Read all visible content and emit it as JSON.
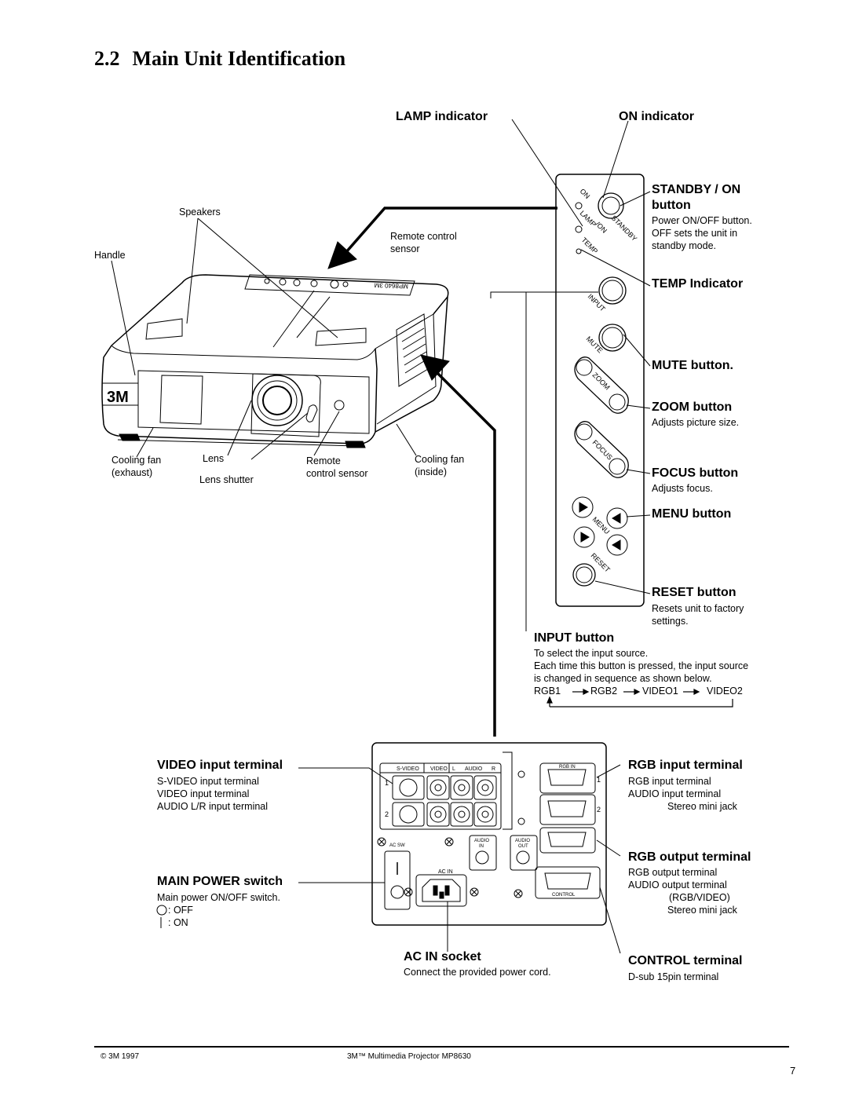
{
  "page": {
    "section_number": "2.2",
    "section_title": "Main Unit Identification",
    "page_number": "7",
    "copyright": "© 3M 1997",
    "product": "3M™ Multimedia Projector MP8630"
  },
  "projector_labels": {
    "speakers": "Speakers",
    "handle": "Handle",
    "remote_sensor_top": [
      "Remote control",
      "sensor"
    ],
    "cooling_fan_exhaust": [
      "Cooling fan",
      "(exhaust)"
    ],
    "lens": "Lens",
    "lens_shutter": "Lens shutter",
    "remote_sensor_front": [
      "Remote",
      "control sensor"
    ],
    "cooling_fan_inside": [
      "Cooling fan",
      "(inside)"
    ],
    "logo": "3M",
    "model_on_top": "MP8640 3M"
  },
  "control_panel": {
    "lamp_indicator": "LAMP indicator",
    "on_indicator": "ON indicator",
    "standby_title": [
      "STANDBY / ON",
      "button"
    ],
    "standby_desc": [
      "Power ON/OFF button.",
      "OFF sets the unit in",
      "standby mode."
    ],
    "temp_indicator": "TEMP Indicator",
    "mute_button": "MUTE button.",
    "zoom_button": "ZOOM button",
    "zoom_desc": "Adjusts picture size.",
    "focus_button": "FOCUS button",
    "focus_desc": "Adjusts focus.",
    "menu_button": "MENU button",
    "reset_button": "RESET button",
    "reset_desc": [
      "Resets unit to factory",
      "settings."
    ],
    "input_button": "INPUT button",
    "input_desc": [
      "To select the input source.",
      "Each time this button is pressed, the input source",
      "is changed in sequence as shown below."
    ],
    "sequence": [
      "RGB1",
      "RGB2",
      "VIDEO1",
      "VIDEO2"
    ],
    "panel_text": {
      "on": "ON",
      "lamp": "LAMP",
      "standby_on": "/ON",
      "standby": "STANDBY",
      "temp": "TEMP",
      "input": "INPUT",
      "mute": "MUTE",
      "zoom": "ZOOM",
      "focus": "FOCUS",
      "menu": "MENU",
      "reset": "RESET"
    }
  },
  "rear_panel": {
    "video_input_title": "VIDEO input terminal",
    "video_input_desc": [
      "S-VIDEO input terminal",
      "VIDEO input terminal",
      "AUDIO L/R input terminal"
    ],
    "main_power_title": "MAIN POWER switch",
    "main_power_desc": "Main power ON/OFF switch.",
    "off_label": ": OFF",
    "on_label": ": ON",
    "ac_in_title": "AC IN socket",
    "ac_in_desc": "Connect the provided power cord.",
    "rgb_input_title": "RGB input terminal",
    "rgb_input_desc": [
      "RGB input terminal",
      "AUDIO input terminal",
      "Stereo mini jack"
    ],
    "rgb_output_title": "RGB output terminal",
    "rgb_output_desc": [
      "RGB output terminal",
      "AUDIO output terminal",
      "(RGB/VIDEO)",
      "Stereo mini jack"
    ],
    "control_title": "CONTROL terminal",
    "control_desc": "D-sub 15pin terminal",
    "panel_text": {
      "svideo": "S-VIDEO",
      "video": "VIDEO",
      "l": "L",
      "audio": "AUDIO",
      "r": "R",
      "row1": "1",
      "row2": "2",
      "rgb_in": "RGB IN",
      "rgb_row1": "1",
      "rgb_row2": "2",
      "ac_sw": "AC SW",
      "ac_in": "AC IN",
      "audio_in": [
        "AUDIO",
        "IN"
      ],
      "audio_out": [
        "AUDIO",
        "OUT"
      ],
      "control": "CONTROL"
    }
  }
}
